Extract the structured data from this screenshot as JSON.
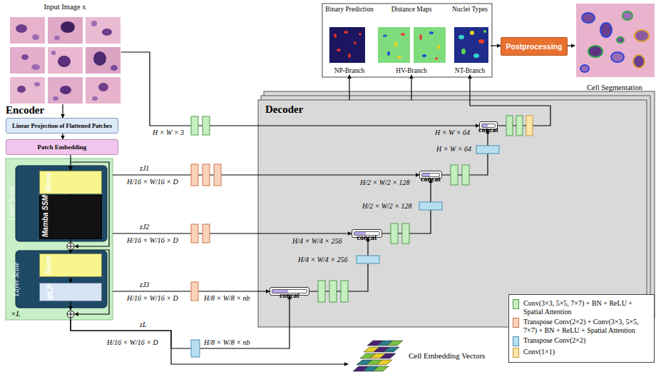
{
  "diagram": {
    "nodes": [
      {
        "text": [
          "Input Image x"
        ]
      },
      {
        "text": [
          "Linear Projection of Flattened Patches"
        ]
      },
      {
        "text": [
          "Patch Embedding"
        ]
      },
      {
        "text": [
          "×L"
        ]
      },
      {
        "text": [
          "Layer Scale"
        ],
        "in": 3
      },
      {
        "text": [
          "Norm"
        ],
        "in": 4
      },
      {
        "text": [
          "Mamba SSM"
        ],
        "in": 4
      },
      {
        "text": [
          "Layer Scale"
        ],
        "in": 3
      },
      {
        "text": [
          "Norm"
        ],
        "in": 7
      },
      {
        "text": [
          "MLP"
        ],
        "in": 7
      },
      {
        "text": [
          "Decoder"
        ]
      },
      {
        "text": [
          "concat"
        ],
        "in": 10
      },
      {
        "text": [
          "concat"
        ],
        "in": 10
      },
      {
        "text": [
          "concat"
        ],
        "in": 10
      },
      {
        "text": [
          "concat"
        ],
        "in": 10
      },
      {
        "text": [
          "Binary Prediction",
          "NP-Branch"
        ]
      },
      {
        "text": [
          "Distance Maps",
          "HV-Branch"
        ]
      },
      {
        "text": [
          "Nuclei Types",
          "NT-Branch"
        ]
      },
      {
        "text": [
          "Postprocessing"
        ]
      },
      {
        "text": [
          "Cell Segmentation"
        ]
      },
      {
        "text": [
          "Cell Embedding Vectors"
        ]
      }
    ],
    "edges": [
      {
        "from": 0,
        "to": 1,
        "arrow": "to"
      },
      {
        "from": 1,
        "to": 2,
        "arrow": "to"
      },
      {
        "from": 2,
        "to": 5,
        "arrow": "to"
      },
      {
        "from": 5,
        "to": 6,
        "arrow": "to"
      },
      {
        "from": 6,
        "to": 8,
        "arrow": "to"
      },
      {
        "from": 8,
        "to": 9,
        "arrow": "to"
      },
      {
        "from": 0,
        "to": 11,
        "arrow": "to"
      },
      {
        "from": 3,
        "to": 12,
        "arrow": "to"
      },
      {
        "from": 3,
        "to": 13,
        "arrow": "to"
      },
      {
        "from": 3,
        "to": 14,
        "arrow": "to"
      },
      {
        "from": 3,
        "to": 14,
        "arrow": "to"
      },
      {
        "from": 3,
        "to": 20,
        "arrow": "to"
      },
      {
        "from": 14,
        "to": 13,
        "arrow": "to"
      },
      {
        "from": 13,
        "to": 12,
        "arrow": "to"
      },
      {
        "from": 12,
        "to": 11,
        "arrow": "to"
      },
      {
        "from": 10,
        "to": 15,
        "arrow": "to"
      },
      {
        "from": 10,
        "to": 16,
        "arrow": "to"
      },
      {
        "from": 10,
        "to": 17,
        "arrow": "to"
      },
      {
        "from": 17,
        "to": 18,
        "arrow": "to"
      },
      {
        "from": 18,
        "to": 19,
        "arrow": "to"
      }
    ],
    "labels": [
      "Encoder",
      "H × W × 3",
      "zJ1",
      "H/16 × W/16 × D",
      "zJ2",
      "H/16 × W/16 × D",
      "zJ3",
      "H/16 × W/16 × D",
      "H/8 × W/8 × nb",
      "zL",
      "H/16 × W/16 × D",
      "H/8 × W/8 × nb",
      "H × W × 64",
      "H × W × 64",
      "H/2 × W/2 × 128",
      "H/2 × W/2 × 128",
      "H/4 × W/4 × 256",
      "H/4 × W/4 × 256"
    ],
    "legend": [
      {
        "text": "Conv(3×3, 5×5, 7×7) + BN + ReLU + Spatial Attention",
        "color": "#c6efc0"
      },
      {
        "text": "Transpose Conv(2×2) + Conv(3×3, 5×5, 7×7) + BN + ReLU + Spatial Attention",
        "color": "#fbd3bb"
      },
      {
        "text": "Transpose Conv(2×2)",
        "color": "#b8dff0"
      },
      {
        "text": "Conv(1×1)",
        "color": "#fde6a8"
      }
    ]
  }
}
